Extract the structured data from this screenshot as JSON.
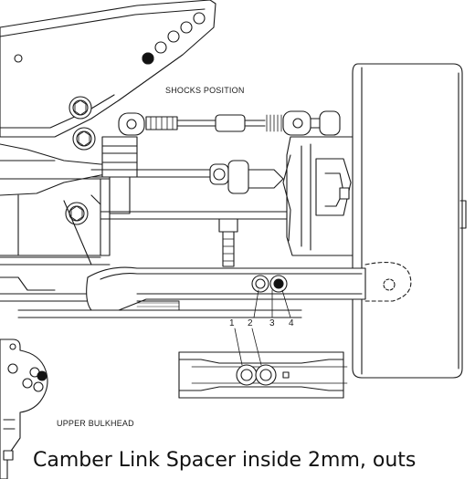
{
  "labels": {
    "shocks_position": "SHOCKS POSITION",
    "upper_bulkhead": "UPPER BULKHEAD",
    "caption": "Camber Link Spacer inside 2mm, outs"
  },
  "hole_numbers": [
    "1",
    "2",
    "3",
    "4"
  ]
}
